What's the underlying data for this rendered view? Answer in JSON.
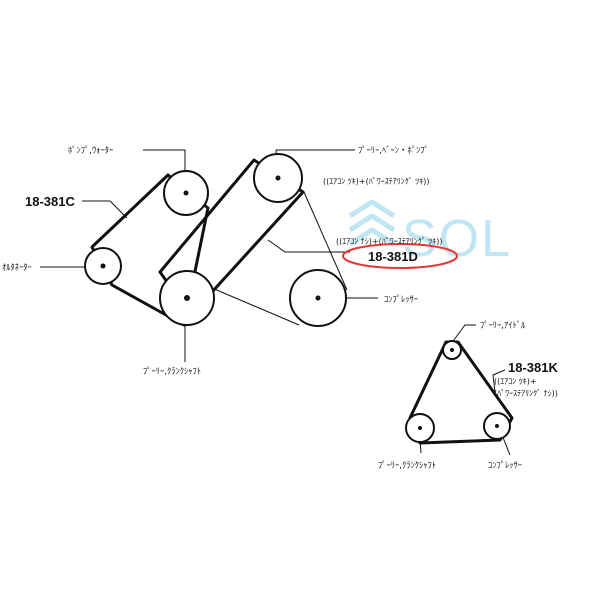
{
  "labels": {
    "water_pump": "ﾎﾟﾝﾌﾟ,ｳｫｰﾀｰ",
    "alternator": "ｵﾙﾀﾈｰﾀｰ",
    "crank_pulley_main": "ﾌﾟｰﾘｰ,ｸﾗﾝｸｼｬﾌﾄ",
    "vane_pump_pulley": "ﾌﾟｰﾘｰ,ﾍﾞｰﾝ・ﾎﾟﾝﾌﾟ",
    "compressor_main": "ｺﾝﾌﾟﾚｯｻｰ",
    "idler_pulley": "ﾌﾟｰﾘｰ,ｱｲﾄﾞﾙ",
    "crank_pulley_sub": "ﾌﾟｰﾘｰ,ｸﾗﾝｸｼｬﾌﾄ",
    "compressor_sub": "ｺﾝﾌﾟﾚｯｻｰ"
  },
  "parts": {
    "c": "18-381C",
    "d": "18-381D",
    "k": "18-381K"
  },
  "notes": {
    "vane_condition": "((ｴｱｺﾝ ﾂｷ)+(ﾊﾟﾜｰｽﾃｱﾘﾝｸﾞ ﾂｷ))",
    "d_condition": "((ｴｱｺﾝ ﾅｼ)+(ﾊﾟﾜｰｽﾃｱﾘﾝｸﾞ ﾂｷ))",
    "k_condition_1": "((ｴｱｺﾝ ﾂｷ)+",
    "k_condition_2": "(ﾊﾟﾜｰｽﾃｱﾘﾝｸﾞ ﾅｼ))"
  },
  "watermark": {
    "text": "SOL",
    "color": "#bfe6f2",
    "icon": "sol-logo-icon"
  },
  "colors": {
    "line": "#111111",
    "highlight": "#e53935"
  }
}
